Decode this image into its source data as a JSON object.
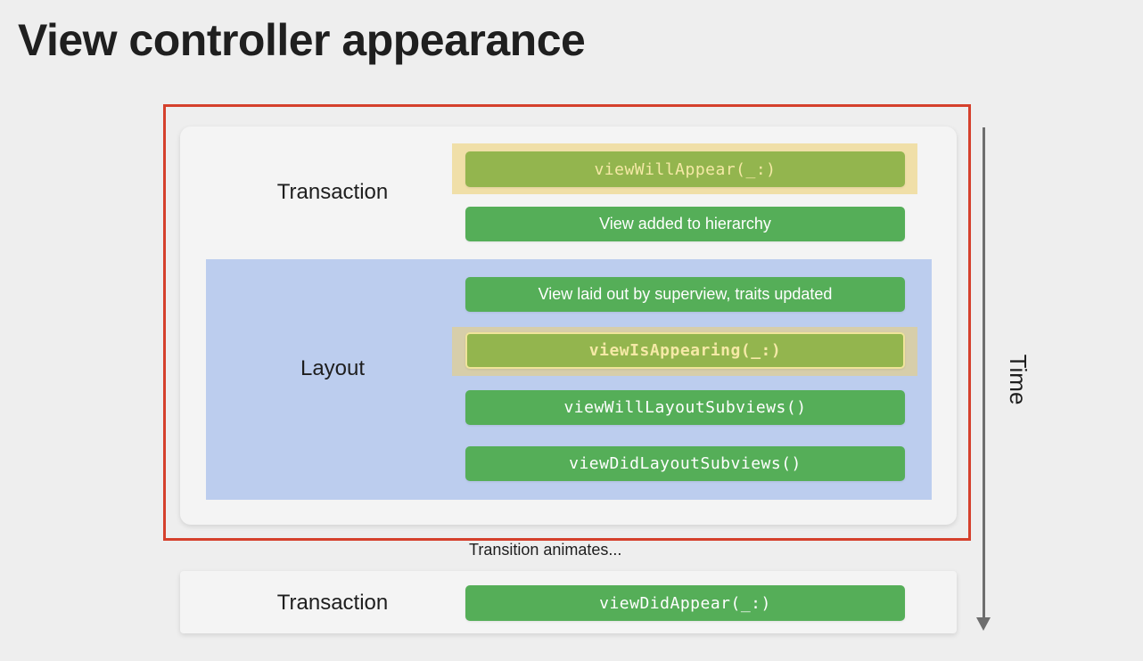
{
  "title": "View controller appearance",
  "colors": {
    "background": "#eeeeee",
    "step_green": "#55ae58",
    "highlight_step": "#93b54e",
    "highlight_halo": "#f0dfa8",
    "layout_region": "#bccdee",
    "selection_frame": "#d5402c",
    "time_arrow": "#6e6e6e"
  },
  "transaction1": {
    "label": "Transaction",
    "steps": [
      "viewWillAppear(_:)",
      "View added to hierarchy"
    ]
  },
  "layout": {
    "label": "Layout",
    "steps": [
      "View laid out by superview, traits updated",
      "viewIsAppearing(_:)",
      "viewWillLayoutSubviews()",
      "viewDidLayoutSubviews()"
    ]
  },
  "caption": "Transition animates...",
  "transaction2": {
    "label": "Transaction",
    "steps": [
      "viewDidAppear(_:)"
    ]
  },
  "time_label": "Time"
}
